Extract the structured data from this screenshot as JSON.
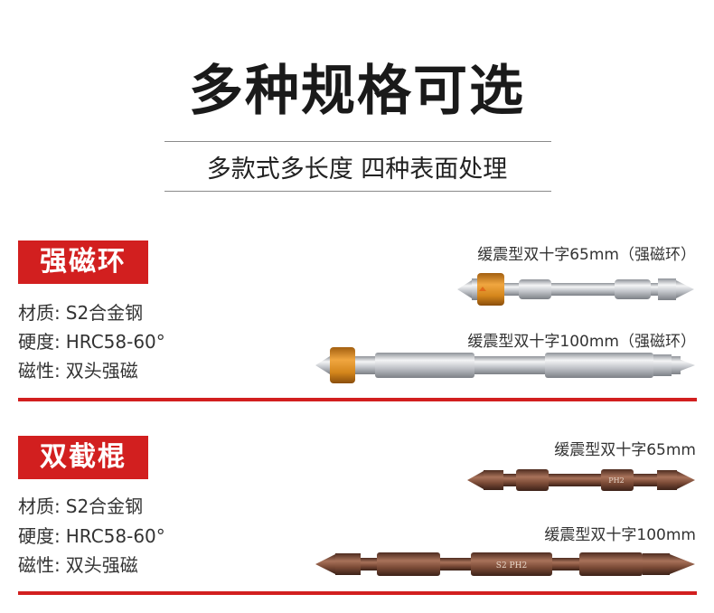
{
  "title": "多种规格可选",
  "subtitle": "多款式多长度 四种表面处理",
  "sections": [
    {
      "tag": "强磁环",
      "specs": [
        {
          "label": "材质:",
          "value": "S2合金钢"
        },
        {
          "label": "硬度:",
          "value": "HRC58-60°"
        },
        {
          "label": "磁性:",
          "value": "双头强磁"
        }
      ],
      "products": [
        {
          "name": "缓震型双十字65mm（强磁环）"
        },
        {
          "name": "缓震型双十字100mm（强磁环）"
        }
      ]
    },
    {
      "tag": "双截棍",
      "specs": [
        {
          "label": "材质:",
          "value": "S2合金钢"
        },
        {
          "label": "硬度:",
          "value": "HRC58-60°"
        },
        {
          "label": "磁性:",
          "value": "双头强磁"
        }
      ],
      "products": [
        {
          "name": "缓震型双十字65mm",
          "engraving": "PH2"
        },
        {
          "name": "缓震型双十字100mm",
          "engraving": "S2 PH2"
        }
      ]
    }
  ],
  "colors": {
    "accent": "#d21f1f",
    "silver": "#c9ccd0",
    "bronze": "#7a4a36",
    "ring": "#d98a1c"
  }
}
